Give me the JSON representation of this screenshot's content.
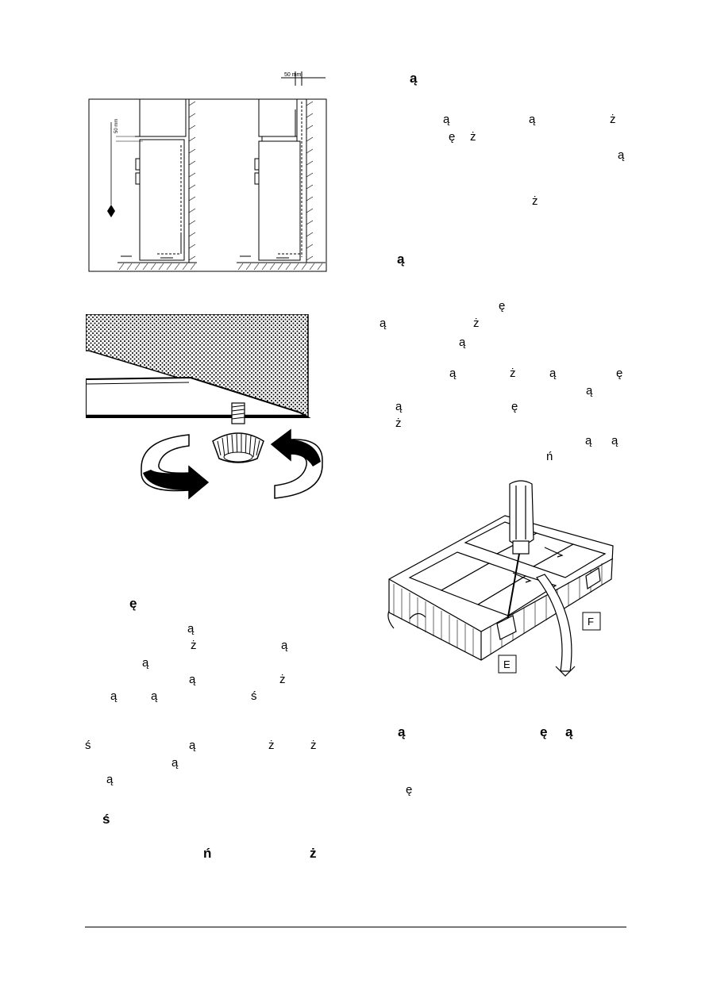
{
  "figure_installation": {
    "clearance_top_label": "50 mm",
    "clearance_side_label": "50 mm"
  },
  "figure_filter": {
    "callout_e": "E",
    "callout_f": "F"
  },
  "text_fragments": [
    {
      "id": "r1",
      "text": "ą"
    },
    {
      "id": "r2",
      "text": "ą"
    },
    {
      "id": "r3",
      "text": "ą"
    },
    {
      "id": "r4",
      "text": "ż"
    },
    {
      "id": "r5",
      "text": "ę"
    },
    {
      "id": "r6",
      "text": "ż"
    },
    {
      "id": "r7",
      "text": "ą"
    },
    {
      "id": "r8",
      "text": "ż"
    },
    {
      "id": "r9",
      "text": "ą"
    },
    {
      "id": "r10",
      "text": "ę"
    },
    {
      "id": "r11",
      "text": "ą"
    },
    {
      "id": "r12",
      "text": "ż"
    },
    {
      "id": "r13",
      "text": "ą"
    },
    {
      "id": "r14",
      "text": "ą"
    },
    {
      "id": "r15",
      "text": "ż"
    },
    {
      "id": "r16",
      "text": "ą"
    },
    {
      "id": "r17",
      "text": "ę"
    },
    {
      "id": "r18",
      "text": "ą"
    },
    {
      "id": "r19",
      "text": "ą"
    },
    {
      "id": "r20",
      "text": "ę"
    },
    {
      "id": "r21",
      "text": "ż"
    },
    {
      "id": "r22",
      "text": "ą"
    },
    {
      "id": "r23",
      "text": "ą"
    },
    {
      "id": "r24",
      "text": "ń"
    },
    {
      "id": "r25",
      "text": "ą"
    },
    {
      "id": "r26",
      "text": "ę"
    },
    {
      "id": "r27",
      "text": "ą"
    },
    {
      "id": "r28",
      "text": "ę"
    },
    {
      "id": "l1",
      "text": "ę"
    },
    {
      "id": "l2",
      "text": "ą"
    },
    {
      "id": "l3",
      "text": "ż"
    },
    {
      "id": "l4",
      "text": "ą"
    },
    {
      "id": "l5",
      "text": "ą"
    },
    {
      "id": "l6",
      "text": "ą"
    },
    {
      "id": "l7",
      "text": "ż"
    },
    {
      "id": "l8",
      "text": "ą"
    },
    {
      "id": "l9",
      "text": "ą"
    },
    {
      "id": "l10",
      "text": "ś"
    },
    {
      "id": "l11",
      "text": "ś"
    },
    {
      "id": "l12",
      "text": "ą"
    },
    {
      "id": "l13",
      "text": "ż"
    },
    {
      "id": "l14",
      "text": "ż"
    },
    {
      "id": "l15",
      "text": "ą"
    },
    {
      "id": "l16",
      "text": "ą"
    },
    {
      "id": "l17",
      "text": "ś"
    },
    {
      "id": "l18",
      "text": "ń"
    },
    {
      "id": "l19",
      "text": "ż"
    }
  ]
}
